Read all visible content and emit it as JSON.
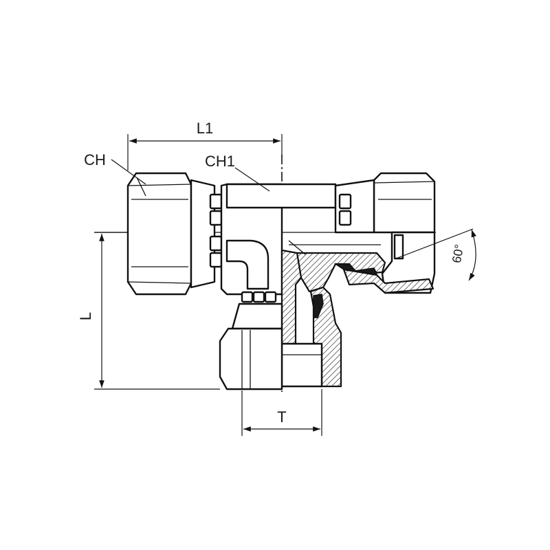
{
  "diagram": {
    "labels": {
      "l1": "L1",
      "ch": "CH",
      "ch1": "CH1",
      "l": "L",
      "t": "T",
      "angle": "60°"
    },
    "colors": {
      "line": "#111111",
      "background": "#ffffff"
    }
  }
}
